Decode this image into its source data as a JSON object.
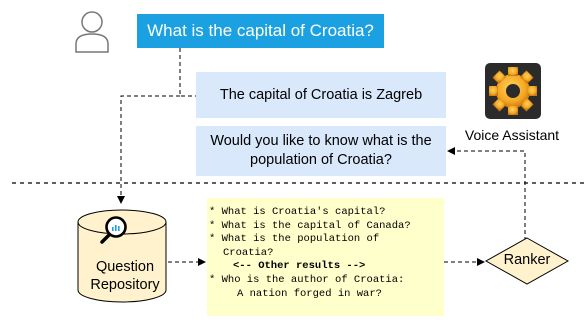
{
  "question": "What is the capital of Croatia?",
  "answer": "The capital of Croatia is Zagreb",
  "follow_up": "Would you like to know what is the population of Croatia?",
  "voice_assistant_label": "Voice Assistant",
  "repository": {
    "line1": "Question",
    "line2": "Repository"
  },
  "ranker_label": "Ranker",
  "results": [
    {
      "text": "* What is Croatia's capital?",
      "style": "item"
    },
    {
      "text": "* What is the capital of Canada?",
      "style": "item"
    },
    {
      "text": "* What is the population of",
      "style": "item"
    },
    {
      "text": "Croatia?",
      "style": "sub"
    },
    {
      "text": "<-- Other results -->",
      "style": "bold"
    },
    {
      "text": "* Who is the author of Croatia:",
      "style": "item"
    },
    {
      "text": "A nation forged in war?",
      "style": "sub2"
    }
  ],
  "colors": {
    "question_bg": "#1ba1e2",
    "answer_bg": "#dae8fc",
    "results_bg": "#ffffcc",
    "repository_fill": "#fff2cc",
    "ranker_fill": "#fff2cc",
    "gear": "#f5a623"
  },
  "icons": [
    "user-icon",
    "gear-icon",
    "magnifier-icon"
  ]
}
